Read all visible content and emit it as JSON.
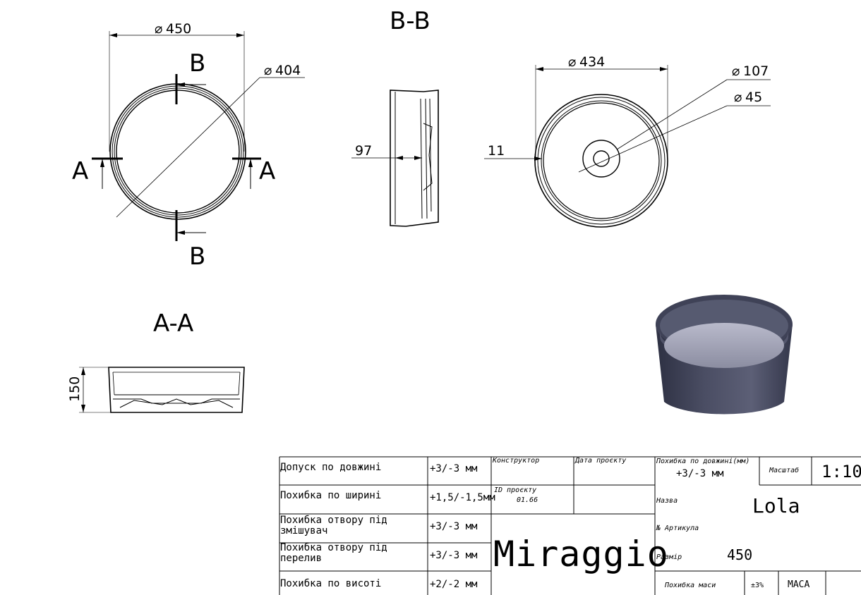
{
  "views": {
    "section_bb": "B-B",
    "section_aa": "A-A",
    "cut_markers": {
      "b_top": "B",
      "b_bottom": "B",
      "a_left": "A",
      "a_right": "A"
    }
  },
  "dimensions": {
    "outer_diameter": "450",
    "inner_diameter": "404",
    "bottom_diameter": "434",
    "drain_outer": "107",
    "drain_inner": "45",
    "wall_width": "97",
    "rim_width": "11",
    "height": "150",
    "diameter_symbol": "⌀"
  },
  "title_block": {
    "rows": [
      {
        "label": "Допуск по довжині",
        "value": "+3/-3 мм"
      },
      {
        "label": "Похибка по ширині",
        "value": "+1,5/-1,5мм"
      },
      {
        "label": "Похибка отвору під змішувач",
        "value": "+3/-3 мм"
      },
      {
        "label": "Похибка отвору під перелив",
        "value": "+3/-3 мм"
      },
      {
        "label": "Похибка по висоті",
        "value": "+2/-2 мм"
      }
    ],
    "designer_label": "Конструктор",
    "date_label": "Дата проєкту",
    "project_id_label": "ID проєкту",
    "project_id": "01.66",
    "brand": "Miraggio",
    "length_tol_label": "Похибка по довжині(мм)",
    "length_tol_value": "+3/-3 мм",
    "scale_label": "Масштаб",
    "scale_value": "1:10",
    "name_label": "Назва",
    "name_value": "Lola",
    "article_label": "№ Артикула",
    "size_label": "Размір",
    "size_value": "450",
    "mass_label": "Похибка маси",
    "mass_tol": "±3%",
    "mass_header": "МАСА"
  },
  "colors": {
    "line": "#000000",
    "render_body": "#3c3f54",
    "render_floor": "#8f91a4"
  }
}
